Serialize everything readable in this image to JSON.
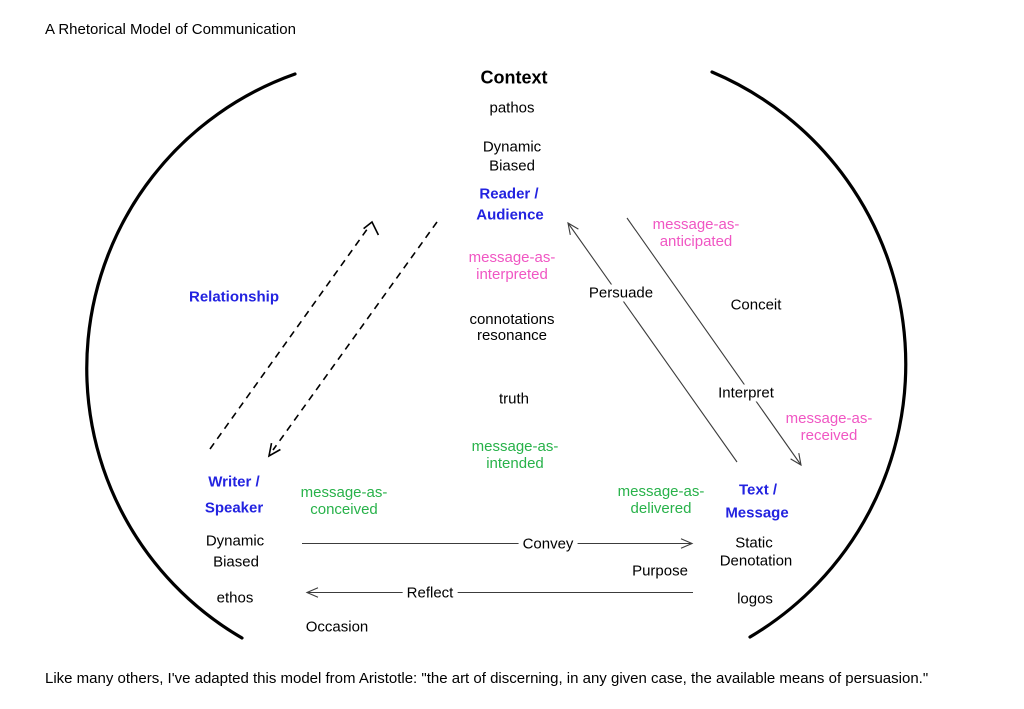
{
  "title": "A Rhetorical Model of Communication",
  "caption": "Like many others, I've adapted this model from Aristotle: \"the art of discerning, in any given case, the available means of persuasion.\"",
  "colors": {
    "blue": "#2323e0",
    "pink": "#f056c3",
    "green": "#28b24a",
    "line": "#3c3c3c",
    "arc": "#000000"
  },
  "context_block": {
    "context": "Context",
    "pathos": "pathos",
    "dynamic": "Dynamic",
    "biased": "Biased"
  },
  "reader": {
    "title_line1": "Reader /",
    "title_line2": "Audience"
  },
  "writer": {
    "title_line1": "Writer /",
    "title_line2": "Speaker",
    "dynamic": "Dynamic",
    "biased": "Biased",
    "ethos": "ethos",
    "occasion": "Occasion"
  },
  "text_node": {
    "title_line1": "Text /",
    "title_line2": "Message",
    "static": "Static",
    "denotation": "Denotation",
    "logos": "logos",
    "purpose": "Purpose"
  },
  "center": {
    "connotations": "connotations",
    "resonance": "resonance",
    "truth": "truth",
    "conceit": "Conceit"
  },
  "messages": {
    "interpreted": {
      "line1": "message-as-",
      "line2": "interpreted"
    },
    "anticipated": {
      "line1": "message-as-",
      "line2": "anticipated"
    },
    "received": {
      "line1": "message-as-",
      "line2": "received"
    },
    "intended": {
      "line1": "message-as-",
      "line2": "intended"
    },
    "conceived": {
      "line1": "message-as-",
      "line2": "conceived"
    },
    "delivered": {
      "line1": "message-as-",
      "line2": "delivered"
    }
  },
  "arrows": {
    "relationship": "Relationship",
    "persuade": "Persuade",
    "interpret": "Interpret",
    "convey": "Convey",
    "reflect": "Reflect"
  }
}
